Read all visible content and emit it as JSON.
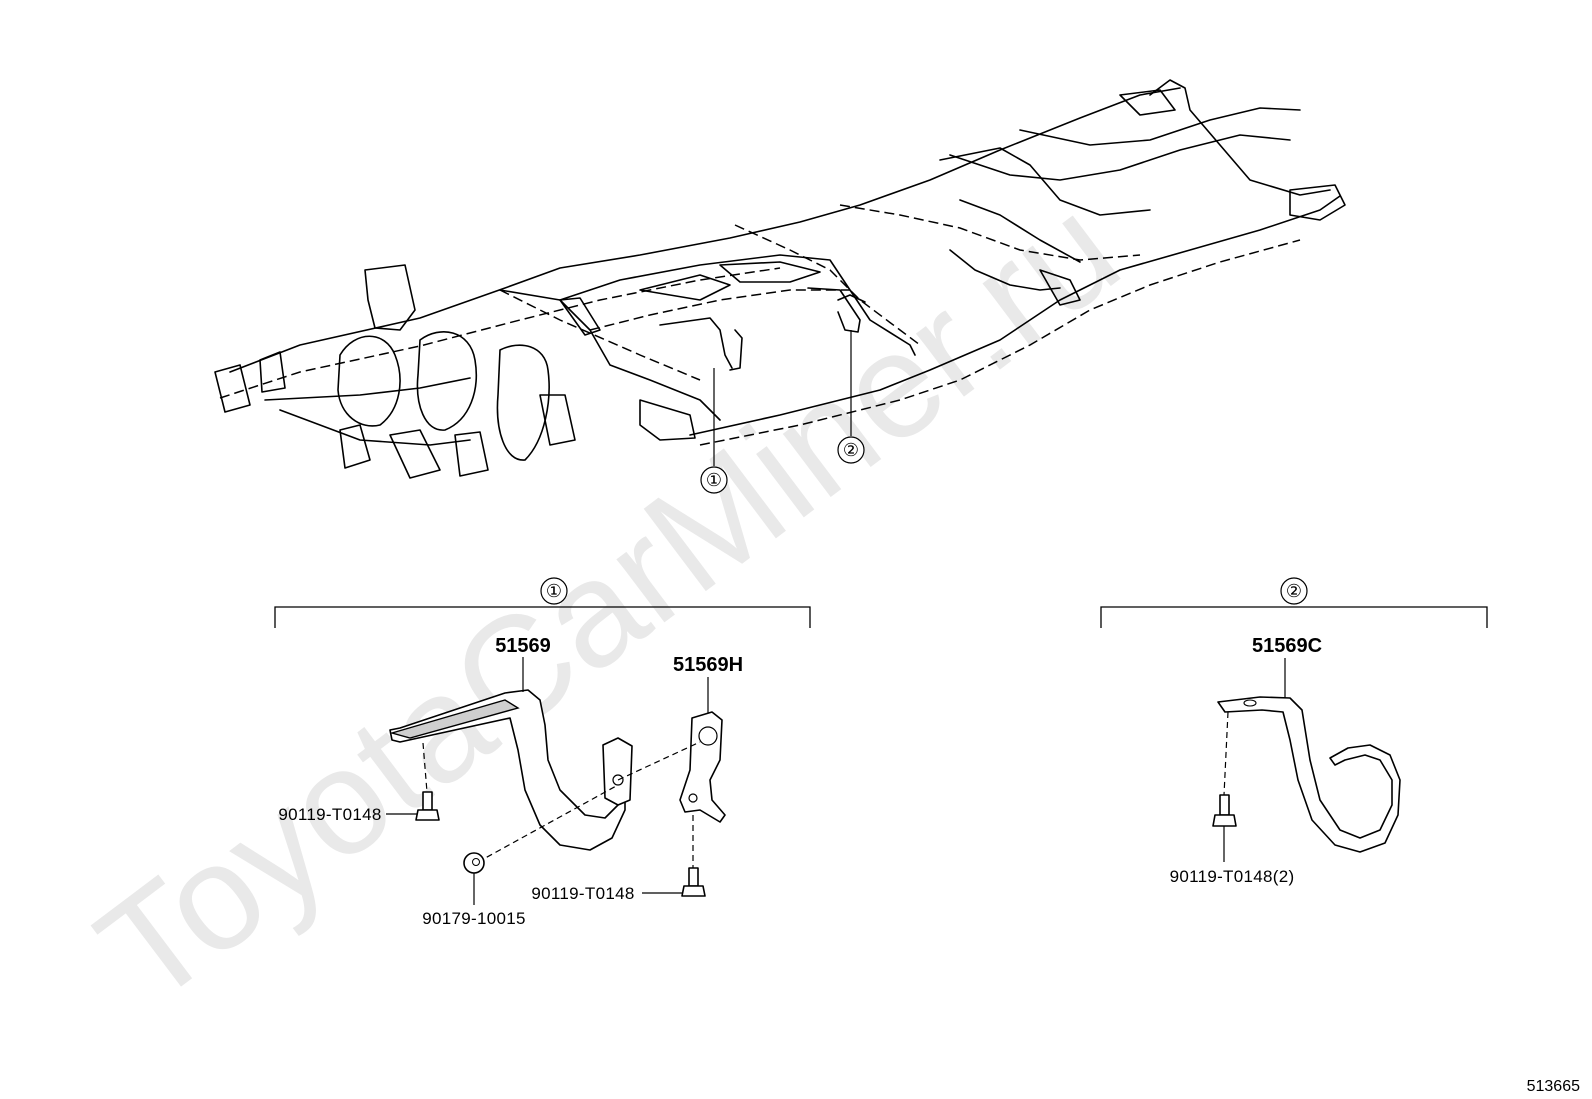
{
  "watermark": "ToyotaCarMiner.ru",
  "diagram_id": "513665",
  "overview_callouts": [
    "①",
    "②"
  ],
  "groups": [
    {
      "callout": "①",
      "parts": [
        "51569",
        "51569H",
        "90119-T0148",
        "90179-10015",
        "90119-T0148"
      ]
    },
    {
      "callout": "②",
      "parts": [
        "51569C",
        "90119-T0148(2)"
      ]
    }
  ]
}
